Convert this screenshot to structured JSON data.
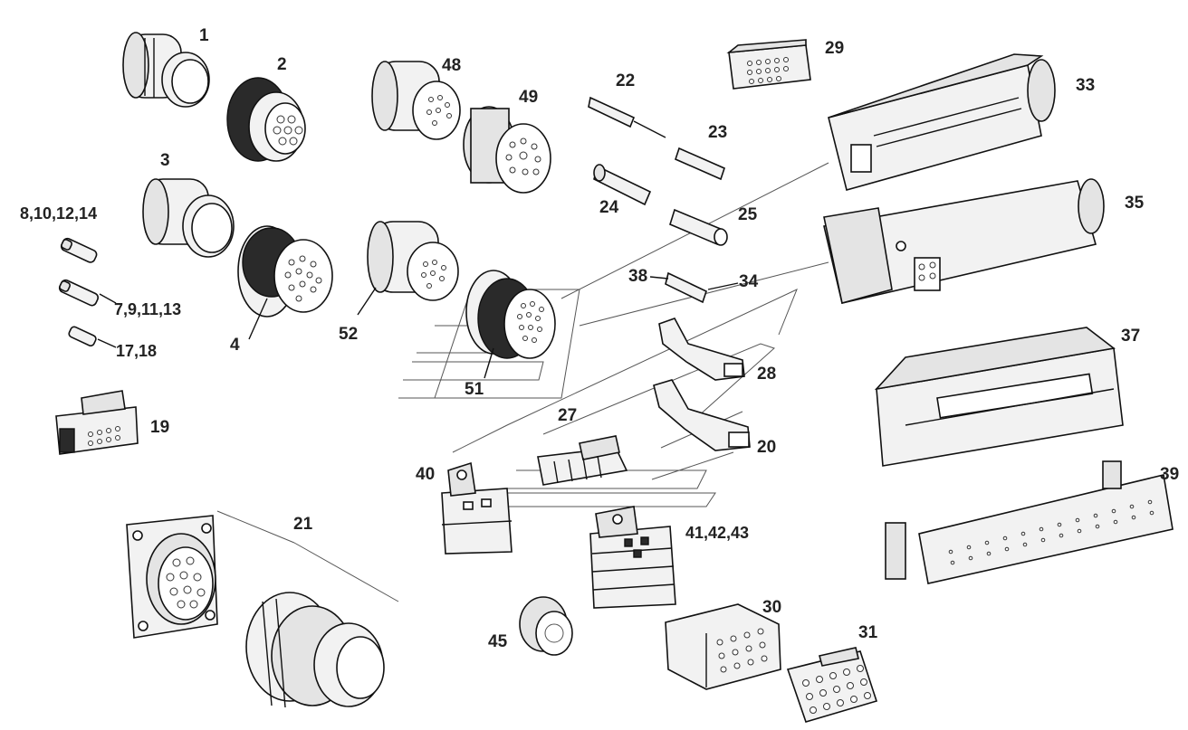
{
  "labels": {
    "p1": "1",
    "p2": "2",
    "p3": "3",
    "p4": "4",
    "p8_14": "8,10,12,14",
    "p7_13": "7,9,11,13",
    "p17_18": "17,18",
    "p19": "19",
    "p21": "21",
    "p48": "48",
    "p49": "49",
    "p52": "52",
    "p51": "51",
    "p22": "22",
    "p23": "23",
    "p24": "24",
    "p25": "25",
    "p38": "38",
    "p34": "34",
    "p27": "27",
    "p28": "28",
    "p20": "20",
    "p40": "40",
    "p41_43": "41,42,43",
    "p45": "45",
    "p29": "29",
    "p33": "33",
    "p35": "35",
    "p37": "37",
    "p39": "39",
    "p30": "30",
    "p31": "31"
  }
}
